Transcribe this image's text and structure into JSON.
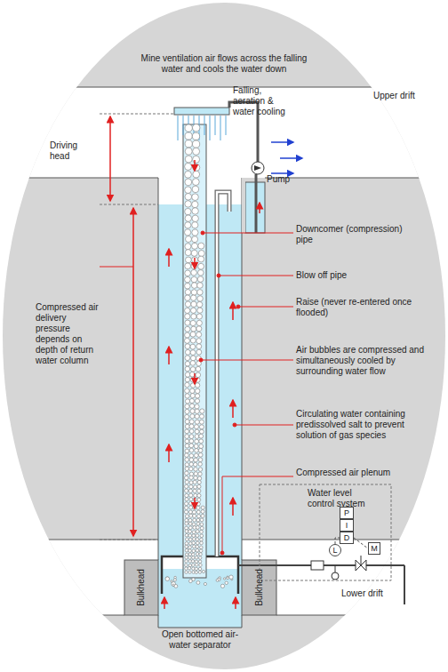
{
  "diagram": {
    "nodes": [
      {
        "text": [
          "P"
        ]
      },
      {
        "text": [
          "I"
        ]
      },
      {
        "text": [
          "D"
        ]
      },
      {
        "text": [
          "L"
        ]
      },
      {
        "text": [
          "M"
        ]
      }
    ],
    "edges": [
      {
        "from": 3,
        "to": 2,
        "arrow": "none"
      },
      {
        "from": 2,
        "to": 4,
        "arrow": "none"
      }
    ],
    "labels": [
      "Mine ventilation air flows across the falling water and cools the water down",
      "Upper drift",
      "Driving head",
      "Falling, aeration & water cooling",
      "Pump",
      "Downcomer (compression) pipe",
      "Blow off pipe",
      "Raise (never re-entered once flooded)",
      "Air bubbles are compressed and simultaneously cooled by surrounding water flow",
      "Circulating water containing predissolved salt to prevent solution of gas species",
      "Compressed air plenum",
      "Water level control system",
      "Compressed air delivery pressure depends on depth of return water column",
      "Bulkhead",
      "Bulkhead",
      "Lower drift",
      "Open bottomed air-water separator"
    ]
  }
}
